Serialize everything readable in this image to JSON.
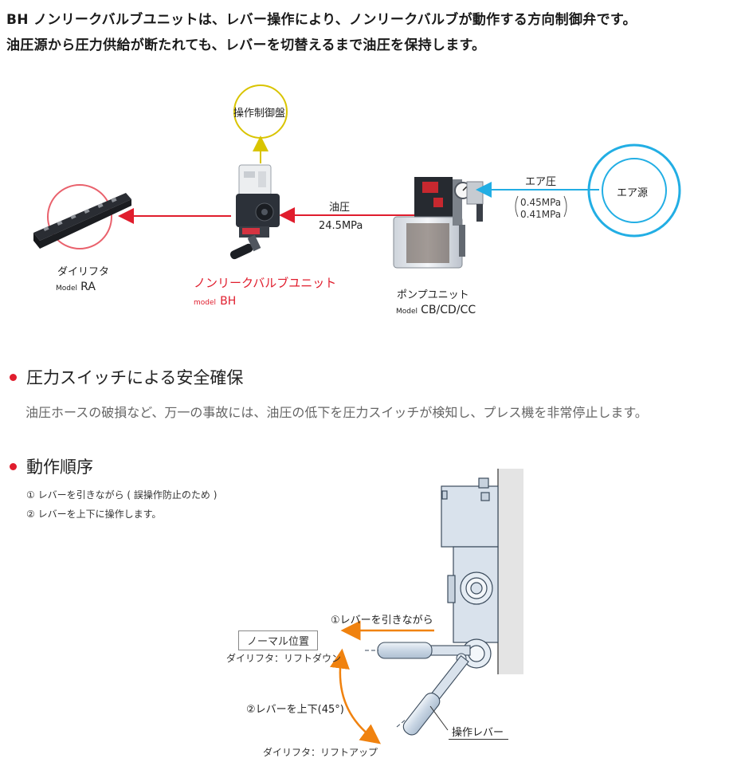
{
  "intro": {
    "line1": "BH ノンリークバルブユニットは、レバー操作により、ノンリークバルブが動作する方向制御弁です。",
    "line2": "油圧源から圧力供給が断たれても、レバーを切替えるまで油圧を保持します。"
  },
  "system": {
    "control_panel": "操作制御盤",
    "die_lifter": {
      "name": "ダイリフタ",
      "model_prefix": "Model",
      "model": "RA"
    },
    "valve_unit": {
      "name": "ノンリークバルブユニット",
      "model_prefix": "model",
      "model": "BH"
    },
    "oil_pressure": {
      "label": "油圧",
      "value": "24.5MPa"
    },
    "pump_unit": {
      "name": "ポンプユニット",
      "model_prefix": "Model",
      "model": "CB/CD/CC"
    },
    "air_pressure": {
      "label": "エア圧",
      "value1": "0.45MPa",
      "value2": "0.41MPa"
    },
    "air_source": "エア源"
  },
  "sections": {
    "safety": {
      "title": "圧力スイッチによる安全確保",
      "text": "油圧ホースの破損など、万一の事故には、油圧の低下を圧力スイッチが検知し、プレス機を非常停止します。"
    },
    "operation": {
      "title": "動作順序",
      "step1": "① レバーを引きながら ( 誤操作防止のため )",
      "step2": "② レバーを上下に操作します。"
    }
  },
  "lever": {
    "pull_label": "①レバーを引きながら",
    "normal_position": "ノーマル位置",
    "lift_down": "ダイリフタ：リフトダウン",
    "updown_label": "②レバーを上下(45°)",
    "lift_up": "ダイリフタ：リフトアップ",
    "lever_label": "操作レバー"
  },
  "colors": {
    "accent_red": "#e01d2d",
    "yellow": "#d9c400",
    "cyan": "#22aee4",
    "orange": "#f0820f"
  }
}
